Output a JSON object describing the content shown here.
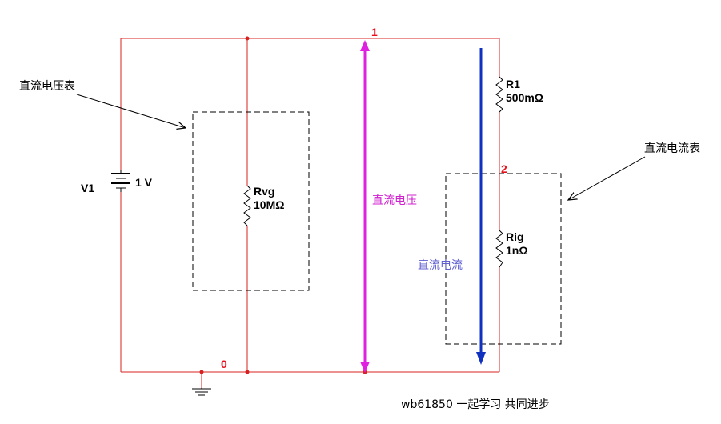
{
  "nodes": {
    "n1": "1",
    "n2": "2",
    "n0": "0"
  },
  "components": {
    "v1": {
      "name": "V1",
      "value": "1 V"
    },
    "r1": {
      "name": "R1",
      "value": "500mΩ"
    },
    "rvg": {
      "name": "Rvg",
      "value": "10MΩ"
    },
    "rig": {
      "name": "Rig",
      "value": "1nΩ"
    }
  },
  "annotations": {
    "voltmeter": "直流电压表",
    "ammeter": "直流电流表",
    "voltage": "直流电压",
    "current": "直流电流"
  },
  "footer": "wb61850 一起学习 共同进步",
  "colors": {
    "wire": "#d82020",
    "voltage_arrow": "#e020e0",
    "current_arrow": "#1030c0",
    "voltage_text": "#d020d0",
    "current_text": "#6060d0",
    "dashed_box": "#000000"
  }
}
